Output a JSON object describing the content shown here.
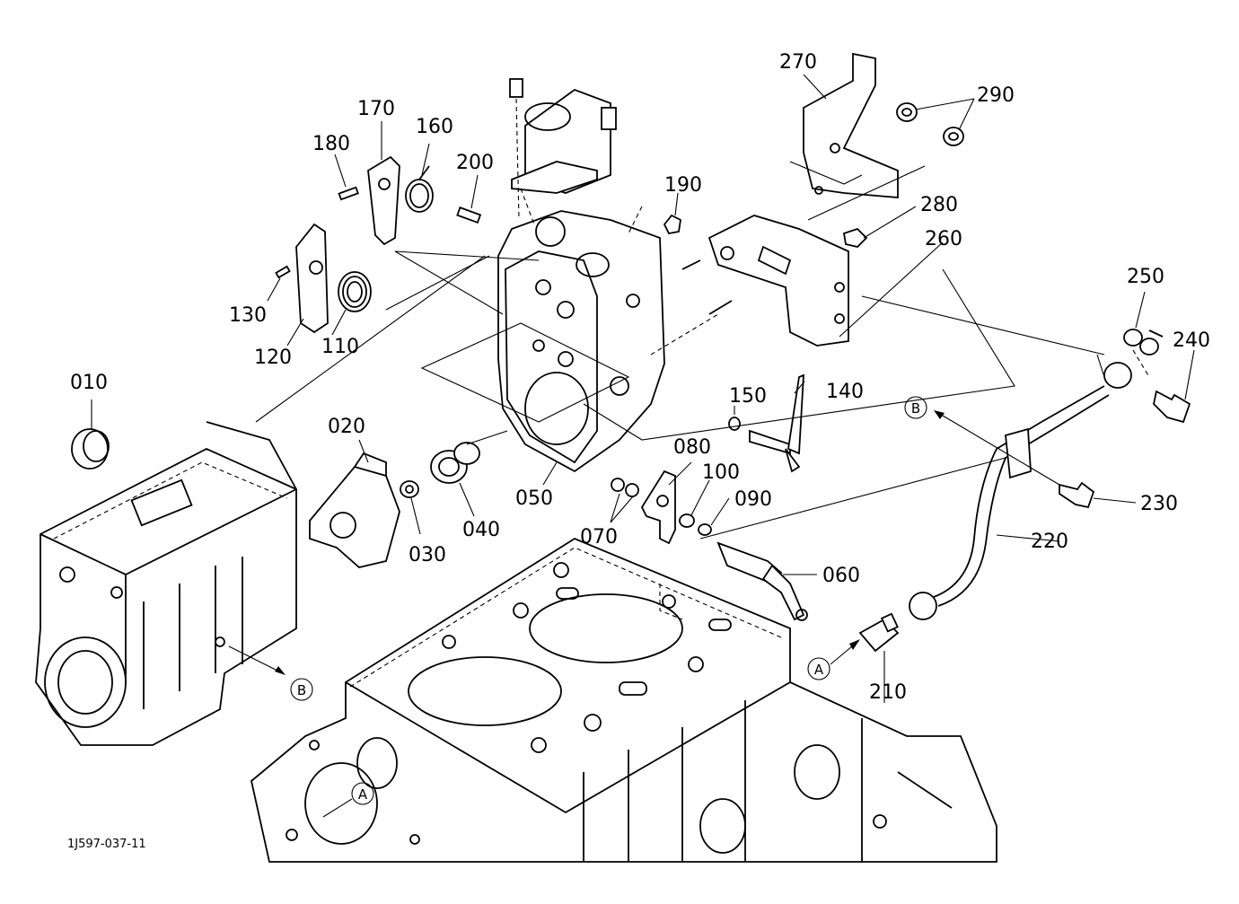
{
  "drawing_number": "1J597-037-11",
  "labels": {
    "p010": "010",
    "p020": "020",
    "p030": "030",
    "p040": "040",
    "p050": "050",
    "p060": "060",
    "p070": "070",
    "p080": "080",
    "p090": "090",
    "p100": "100",
    "p110": "110",
    "p120": "120",
    "p130": "130",
    "p140": "140",
    "p150": "150",
    "p160": "160",
    "p170": "170",
    "p180": "180",
    "p190": "190",
    "p200": "200",
    "p210": "210",
    "p220": "220",
    "p230": "230",
    "p240": "240",
    "p250": "250",
    "p260": "260",
    "p270": "270",
    "p280": "280",
    "p290": "290"
  },
  "refs": {
    "a": "A",
    "b": "B"
  }
}
